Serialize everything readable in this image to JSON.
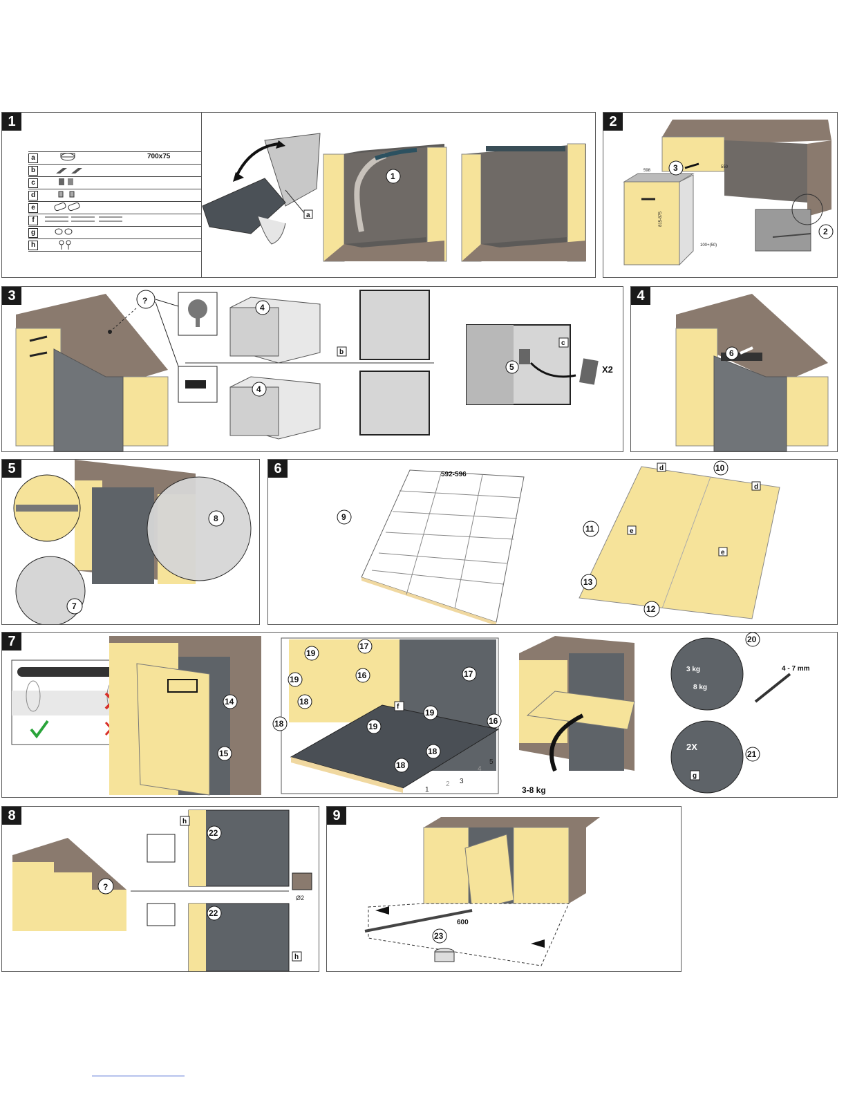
{
  "steps": [
    {
      "number": "1"
    },
    {
      "number": "2"
    },
    {
      "number": "3"
    },
    {
      "number": "4"
    },
    {
      "number": "5"
    },
    {
      "number": "6"
    },
    {
      "number": "7"
    },
    {
      "number": "8"
    },
    {
      "number": "9"
    }
  ],
  "parts": [
    {
      "letter": "a",
      "text": "700x75"
    },
    {
      "letter": "b",
      "text": ""
    },
    {
      "letter": "c",
      "text": ""
    },
    {
      "letter": "d",
      "text": ""
    },
    {
      "letter": "e",
      "text": ""
    },
    {
      "letter": "f",
      "text": ""
    },
    {
      "letter": "g",
      "text": ""
    },
    {
      "letter": "h",
      "text": ""
    }
  ],
  "labels": {
    "p1_part": "a",
    "p1_callout": "1",
    "p2_callout_a": "3",
    "p2_callout_b": "2",
    "p2_dim_width": "598",
    "p2_dim_height": "815-875",
    "p2_dim_depth": "550",
    "p2_dim_side": "100+(50)",
    "p3_callout_q": "?",
    "p3_callout_4a": "4",
    "p3_callout_4b": "4",
    "p3_callout_5": "5",
    "p3_part_b": "b",
    "p3_part_c": "c",
    "p3_times": "X2",
    "p4_callout": "6",
    "p5_callout_8": "8",
    "p5_callout_7": "7",
    "p6_dim": "592-596",
    "p6_callout_9": "9",
    "p6_callout_10": "10",
    "p6_callout_11": "11",
    "p6_callout_12": "12",
    "p6_callout_13": "13",
    "p6_part_d": "d",
    "p6_part_e": "e",
    "p7_callout_14": "14",
    "p7_callout_15": "15",
    "p7_callout_16": "16",
    "p7_callout_17": "17",
    "p7_callout_18": "18",
    "p7_callout_19": "19",
    "p7_callout_20": "20",
    "p7_callout_21": "21",
    "p7_part_f": "f",
    "p7_part_g": "g",
    "p7_weight_low": "3 kg",
    "p7_weight_high": "8 kg",
    "p7_weight_range": "3-8 kg",
    "p7_gap": "4 - 7 mm",
    "p7_times": "2X",
    "p7_layers": [
      "1",
      "2",
      "3",
      "4",
      "5"
    ],
    "p8_callout_22": "22",
    "p8_callout_q": "?",
    "p8_part_h": "h",
    "p8_hole": "Ø2",
    "p9_callout_23": "23",
    "p9_dim": "600"
  },
  "colors": {
    "cabinet_yellow": "#f6e39a",
    "worktop_brown": "#8a7a6e",
    "appliance_grey": "#707478",
    "dark_grey": "#4a4f55",
    "light_grey": "#d6d6d6",
    "check_green": "#2aa43a",
    "cross_red": "#d8312a"
  }
}
